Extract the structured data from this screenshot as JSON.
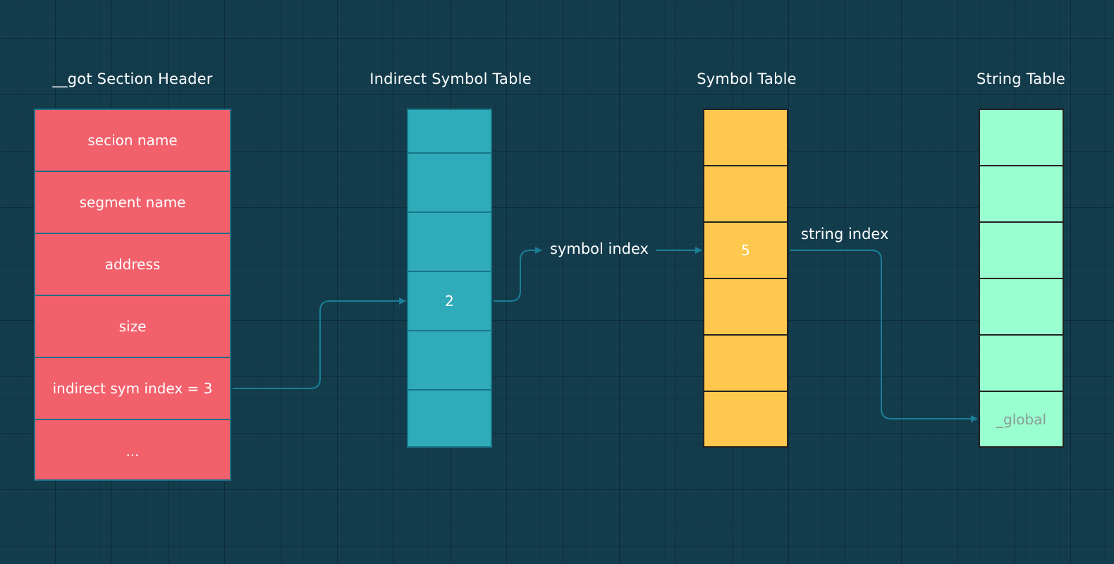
{
  "titles": {
    "header": "__got Section Header",
    "indirect": "Indirect Symbol Table",
    "symbol": "Symbol Table",
    "string": "String Table"
  },
  "section_header": {
    "rows": [
      "secion name",
      "segment name",
      "address",
      "size",
      "indirect sym index = 3",
      "..."
    ]
  },
  "indirect_symbol_table": {
    "rows": [
      "",
      "",
      "",
      "2",
      "",
      ""
    ]
  },
  "symbol_table": {
    "rows": [
      "",
      "",
      "5",
      "",
      "",
      ""
    ]
  },
  "string_table": {
    "rows": [
      "",
      "",
      "",
      "",
      "",
      "_global"
    ]
  },
  "edges": {
    "symbol_index": "symbol index",
    "string_index": "string index"
  },
  "colors": {
    "background": "#133d4d",
    "header_fill": "#f2606c",
    "indirect_fill": "#30abb9",
    "symbol_fill": "#fdc84d",
    "string_fill": "#9affd0",
    "arrow": "#1a7f96"
  }
}
